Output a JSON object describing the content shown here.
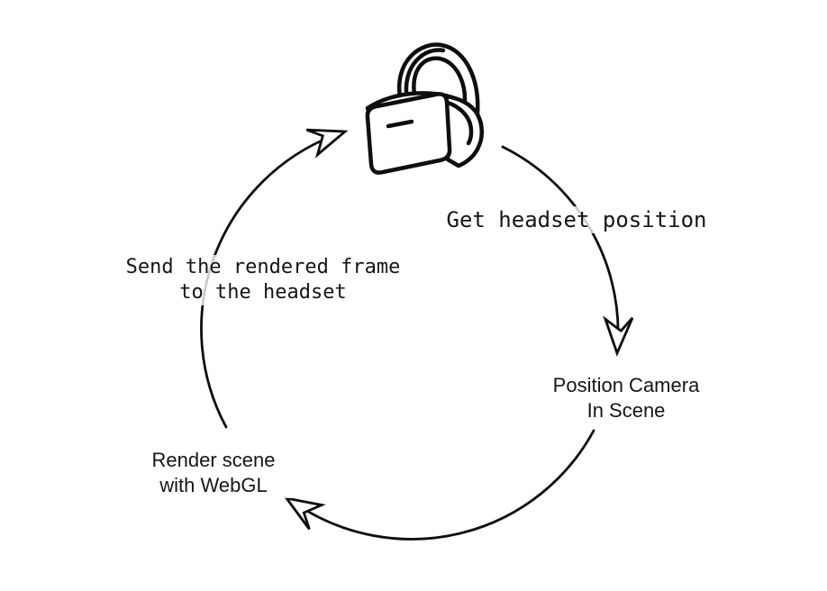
{
  "diagram": {
    "type": "cycle",
    "background_color": "#ffffff",
    "line_color": "#0e0e0e",
    "text_color": "#151515",
    "faded_line_color": "#c7c7c7",
    "center_icon": "vr-headset-icon",
    "steps": [
      {
        "id": "get-headset-position",
        "label": "Get headset position",
        "lines": [
          "Get headset position"
        ],
        "font": "mono",
        "position": "right"
      },
      {
        "id": "position-camera-in-scene",
        "label": "Position Camera In Scene",
        "lines": [
          "Position Camera",
          "In Scene"
        ],
        "font": "sans",
        "position": "bottom-right"
      },
      {
        "id": "render-scene-with-webgl",
        "label": "Render scene with WebGL",
        "lines": [
          "Render scene",
          "with WebGL"
        ],
        "font": "sans",
        "position": "bottom-left"
      },
      {
        "id": "send-rendered-frame",
        "label": "Send the rendered frame to the headset",
        "lines": [
          "Send the rendered frame",
          "to the headset"
        ],
        "font": "mono",
        "position": "left"
      }
    ],
    "arrows": [
      {
        "id": "arc-headset-to-camera",
        "from": "vr-headset",
        "to": "position-camera-in-scene",
        "direction": "clockwise"
      },
      {
        "id": "arc-camera-to-render",
        "from": "position-camera-in-scene",
        "to": "render-scene-with-webgl",
        "direction": "clockwise"
      },
      {
        "id": "arc-render-to-headset",
        "from": "render-scene-with-webgl",
        "to": "vr-headset",
        "direction": "clockwise"
      }
    ]
  }
}
